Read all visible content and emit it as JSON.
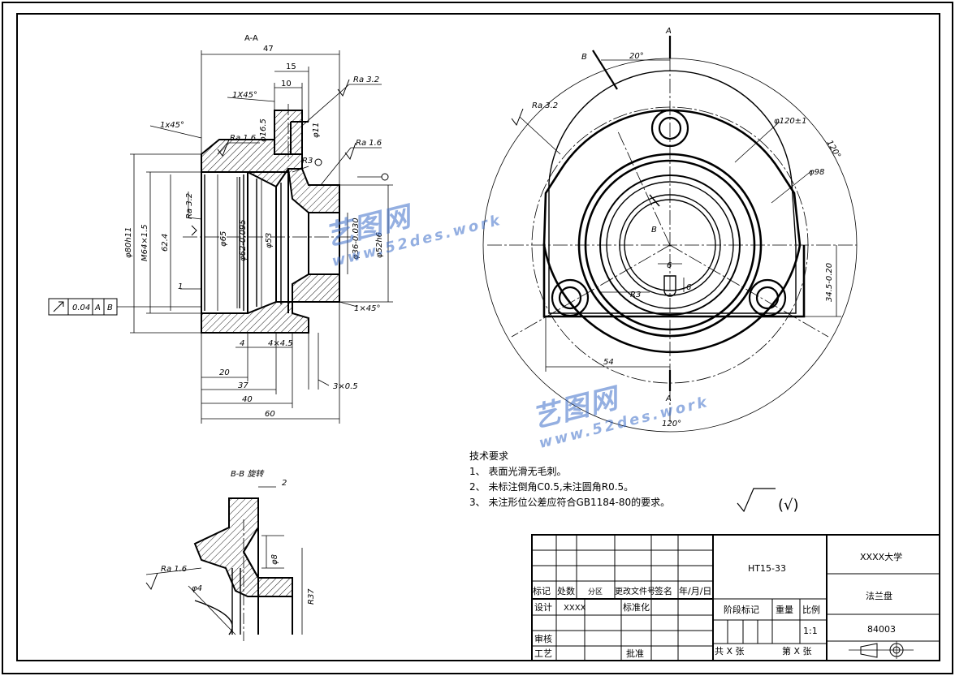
{
  "views": {
    "section_aa": "A-A",
    "section_bb": "B-B 旋转",
    "labels": {
      "a_top": "A",
      "a_bottom": "A",
      "b_left": "B",
      "b_inner": "B"
    }
  },
  "dimensions": {
    "d47": "47",
    "d15": "15",
    "d10": "10",
    "chamfer1": "1X45°",
    "chamfer2": "1x45°",
    "chamfer3": "1×45°",
    "phi16_5": "φ16.5",
    "phi11": "φ11",
    "phi80": "φ80h11",
    "m64": "M64×1.5",
    "d62_4": "62.4",
    "phi65": "φ65",
    "phi62": "φ62-0.095",
    "phi53": "φ53",
    "phi36": "φ36-0.030",
    "phi52": "φ52h6",
    "d1": "1",
    "d4": "4",
    "d4x4_5": "4×4.5",
    "d3x0_5": "3×0.5",
    "d20": "20",
    "d37": "37",
    "d40": "40",
    "d60": "60",
    "r3": "R3",
    "ang20": "20°",
    "phi120": "φ120±1",
    "ang120a": "120°",
    "ang120b": "120°",
    "phi98": "φ98",
    "d6a": "6",
    "d6b": "6",
    "r3b": "R3",
    "d54": "54",
    "d34_5": "34.5-0.20",
    "bb2": "2",
    "phi8": "φ8",
    "phi4": "φ4",
    "r37": "R37"
  },
  "surface": {
    "ra32a": "Ra 3.2",
    "ra16a": "Ra 1.6",
    "ra16b": "Ra 1.6",
    "ra32b": "Ra 3.2",
    "ra32c": "Ra 3.2",
    "ra16c": "Ra 1.6"
  },
  "tolerance_frame": {
    "value": "0.04",
    "datum1": "A",
    "datum2": "B"
  },
  "tech_requirements": {
    "heading": "技术要求",
    "items": [
      "1、 表面光滑无毛刺。",
      "2、 未标注倒角C0.5,未注圆角R0.5。",
      "3、 未注形位公差应符合GB1184-80的要求。"
    ]
  },
  "roughness_note": "(√)",
  "title_block": {
    "material": "HT15-33",
    "school": "XXXX大学",
    "part_name": "法兰盘",
    "drawing_no": "84003",
    "scale_value": "1:1",
    "cols": [
      "标记",
      "处数",
      "分区",
      "更改文件号",
      "签名",
      "年/月/日"
    ],
    "design": "设计",
    "designer": "XXXX",
    "standard": "标准化",
    "stage": "阶段标记",
    "weight": "重量",
    "scale": "比例",
    "review": "审核",
    "process": "工艺",
    "approve": "批准",
    "total_sheets": "共  X  张",
    "sheet_no": "第  X  张"
  },
  "watermark": {
    "cn": "艺图网",
    "url": "www.52des.work"
  }
}
